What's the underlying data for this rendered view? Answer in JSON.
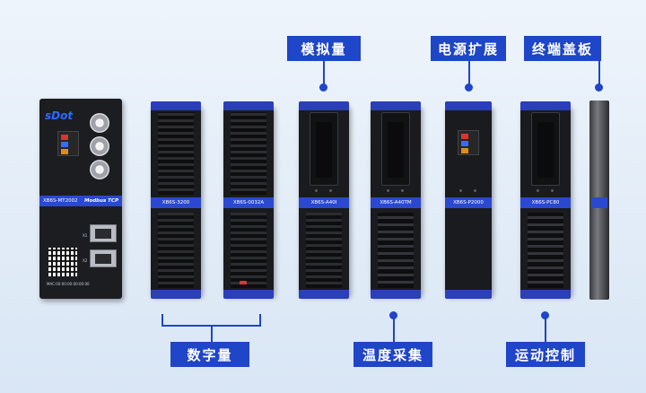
{
  "labels": {
    "analog": "模拟量",
    "power": "电源扩展",
    "endplate": "终端盖板",
    "digital": "数字量",
    "temperature": "温度采集",
    "motion": "运动控制"
  },
  "coupler": {
    "brand": "sDot",
    "model": "XB6S-MT2002",
    "protocol": "Modbus TCP",
    "port1": "X1",
    "port2": "X2",
    "mac": "MAC:00:00:00:00:00:00"
  },
  "modules": {
    "m1": "XB6S-3200",
    "m2": "XB6S-0032A",
    "m3": "XB6S-A40I",
    "m4": "XB6S-A40TM",
    "m5": "XB6S-P2000",
    "m6": "XB6S-PC80"
  },
  "colors": {
    "accent": "#1f45c8",
    "module_body": "#1a1b1e",
    "label_strip": "#2a48d0"
  }
}
